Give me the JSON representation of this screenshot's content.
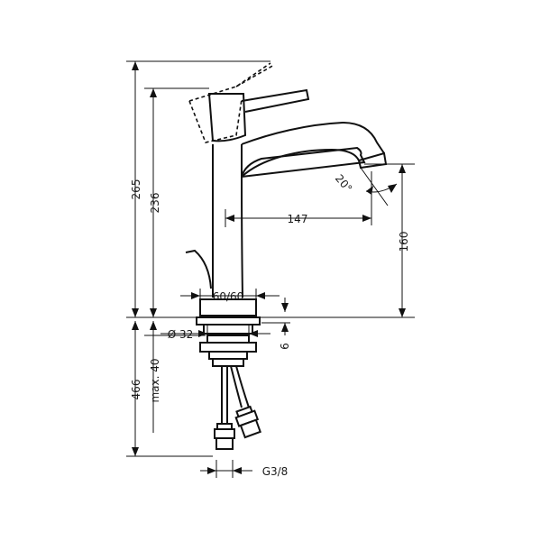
{
  "dimensions": {
    "total_height": "265",
    "handle_height": "236",
    "spout_reach": "147",
    "spout_height": "160",
    "base_width": "60/60",
    "hole_diameter": "Ø 32",
    "plate_thickness": "6",
    "hose_length": "466",
    "max_counter_thickness": "max. 40",
    "spout_angle": "20°",
    "connection_thread": "G3/8"
  }
}
